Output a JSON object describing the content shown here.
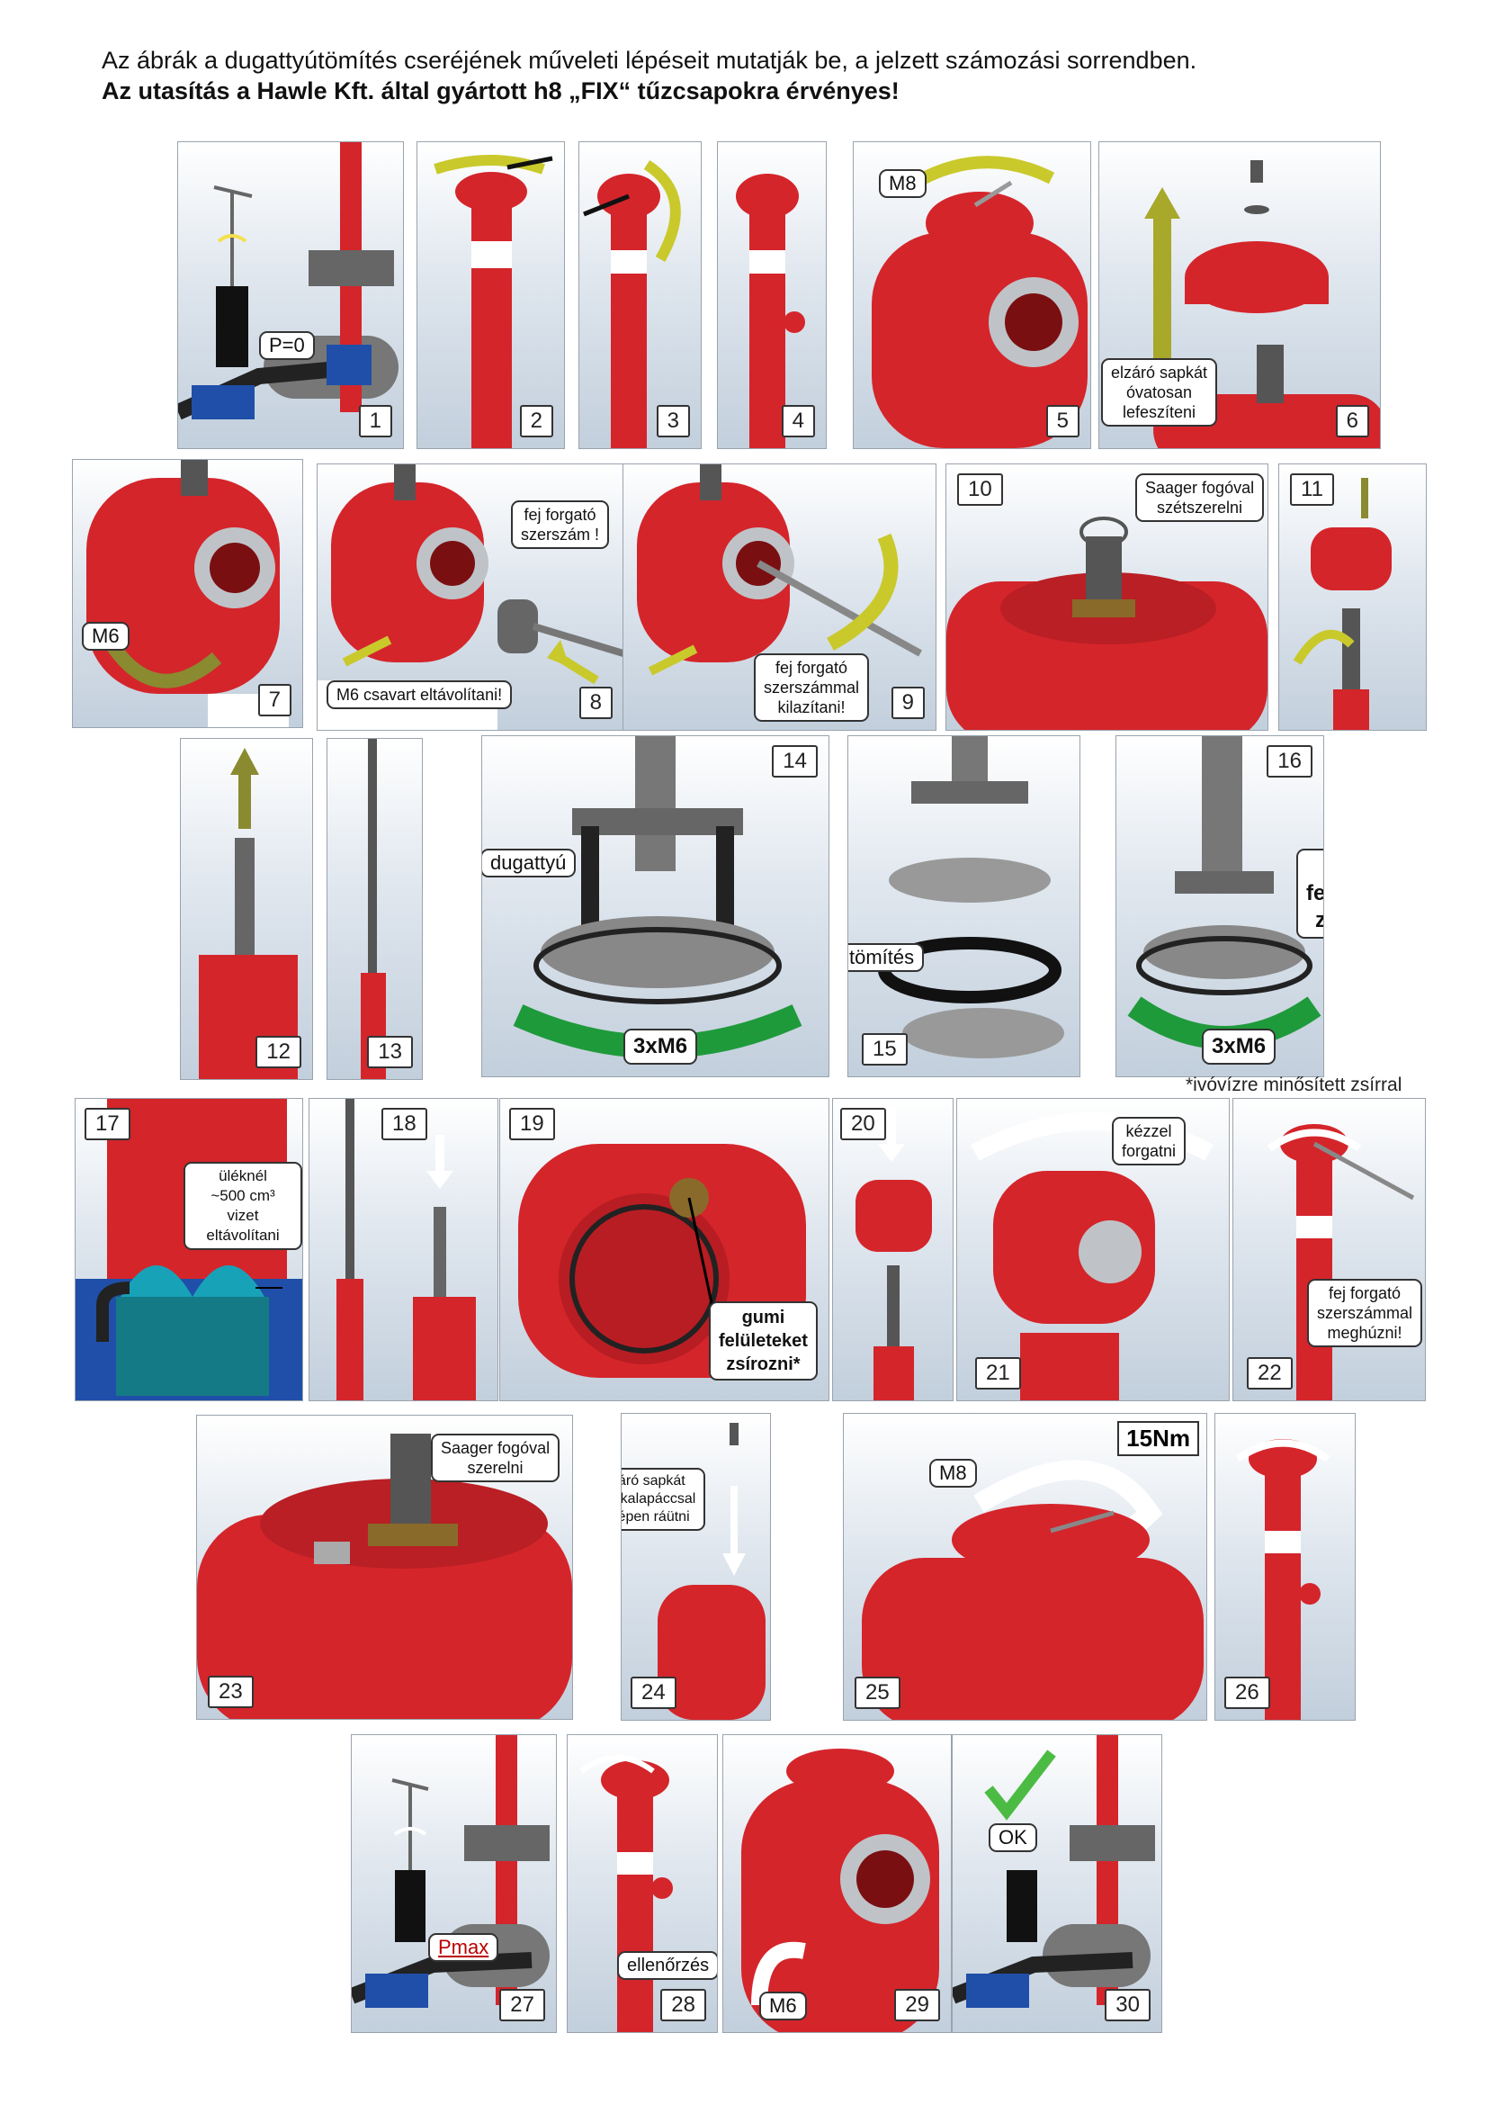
{
  "header": {
    "line1": "Az ábrák a dugattyútömítés cseréjének műveleti lépéseit mutatják be, a jelzett számozási sorrendben.",
    "line2": "Az utasítás a Hawle Kft. által gyártott h8 „FIX“ tűzcsapokra érvényes!"
  },
  "steps": [
    {
      "num": "1",
      "labels": [
        "P=0"
      ]
    },
    {
      "num": "2",
      "labels": []
    },
    {
      "num": "3",
      "labels": []
    },
    {
      "num": "4",
      "labels": []
    },
    {
      "num": "5",
      "labels": [
        "M8"
      ]
    },
    {
      "num": "6",
      "labels": [
        "elzáró sapkát\nóvatosan\nlefeszíteni"
      ]
    },
    {
      "num": "7",
      "labels": [
        "M6"
      ]
    },
    {
      "num": "8",
      "labels": [
        "fej forgató\nszerszám !",
        "M6 csavart eltávolítani!"
      ]
    },
    {
      "num": "9",
      "labels": [
        "fej forgató\nszerszámmal\nkilazítani!"
      ]
    },
    {
      "num": "10",
      "labels": [
        "Saager fogóval\nszétszerelni"
      ]
    },
    {
      "num": "11",
      "labels": []
    },
    {
      "num": "12",
      "labels": []
    },
    {
      "num": "13",
      "labels": []
    },
    {
      "num": "14",
      "labels": [
        "dugattyú",
        "3xM6"
      ]
    },
    {
      "num": "15",
      "labels": [
        "tömítés"
      ]
    },
    {
      "num": "16",
      "labels": [
        "gumi\nfelületeket\nzsírozni*",
        "3xM6"
      ]
    },
    {
      "num": "17",
      "labels": [
        "üléknél\n~500 cm³\nvizet eltávolítani"
      ]
    },
    {
      "num": "18",
      "labels": []
    },
    {
      "num": "19",
      "labels": [
        "gumi\nfelületeket\nzsírozni*"
      ]
    },
    {
      "num": "20",
      "labels": []
    },
    {
      "num": "21",
      "labels": [
        "kézzel\nforgatni"
      ]
    },
    {
      "num": "22",
      "labels": [
        "fej forgató\nszerszámmal\nmeghúzni!"
      ]
    },
    {
      "num": "23",
      "labels": [
        "Saager fogóval\nszerelni"
      ]
    },
    {
      "num": "24",
      "labels": [
        "elzáró sapkát\ngumikalapáccsal\nközépen ráütni"
      ]
    },
    {
      "num": "25",
      "labels": [
        "M8",
        "15Nm"
      ]
    },
    {
      "num": "26",
      "labels": []
    },
    {
      "num": "27",
      "labels": [
        "Pmax"
      ]
    },
    {
      "num": "28",
      "labels": [
        "ellenőrzés"
      ]
    },
    {
      "num": "29",
      "labels": [
        "M6"
      ]
    },
    {
      "num": "30",
      "labels": [
        "OK"
      ]
    }
  ],
  "footnote": "*ivóvízre minősített zsírral",
  "colors": {
    "hydrant_red": "#d4252b",
    "arrow_yellow": "#c9c92c",
    "arrow_green": "#1f9a3b",
    "arrow_white": "#ffffff",
    "valve_blue": "#1f4fa8"
  }
}
